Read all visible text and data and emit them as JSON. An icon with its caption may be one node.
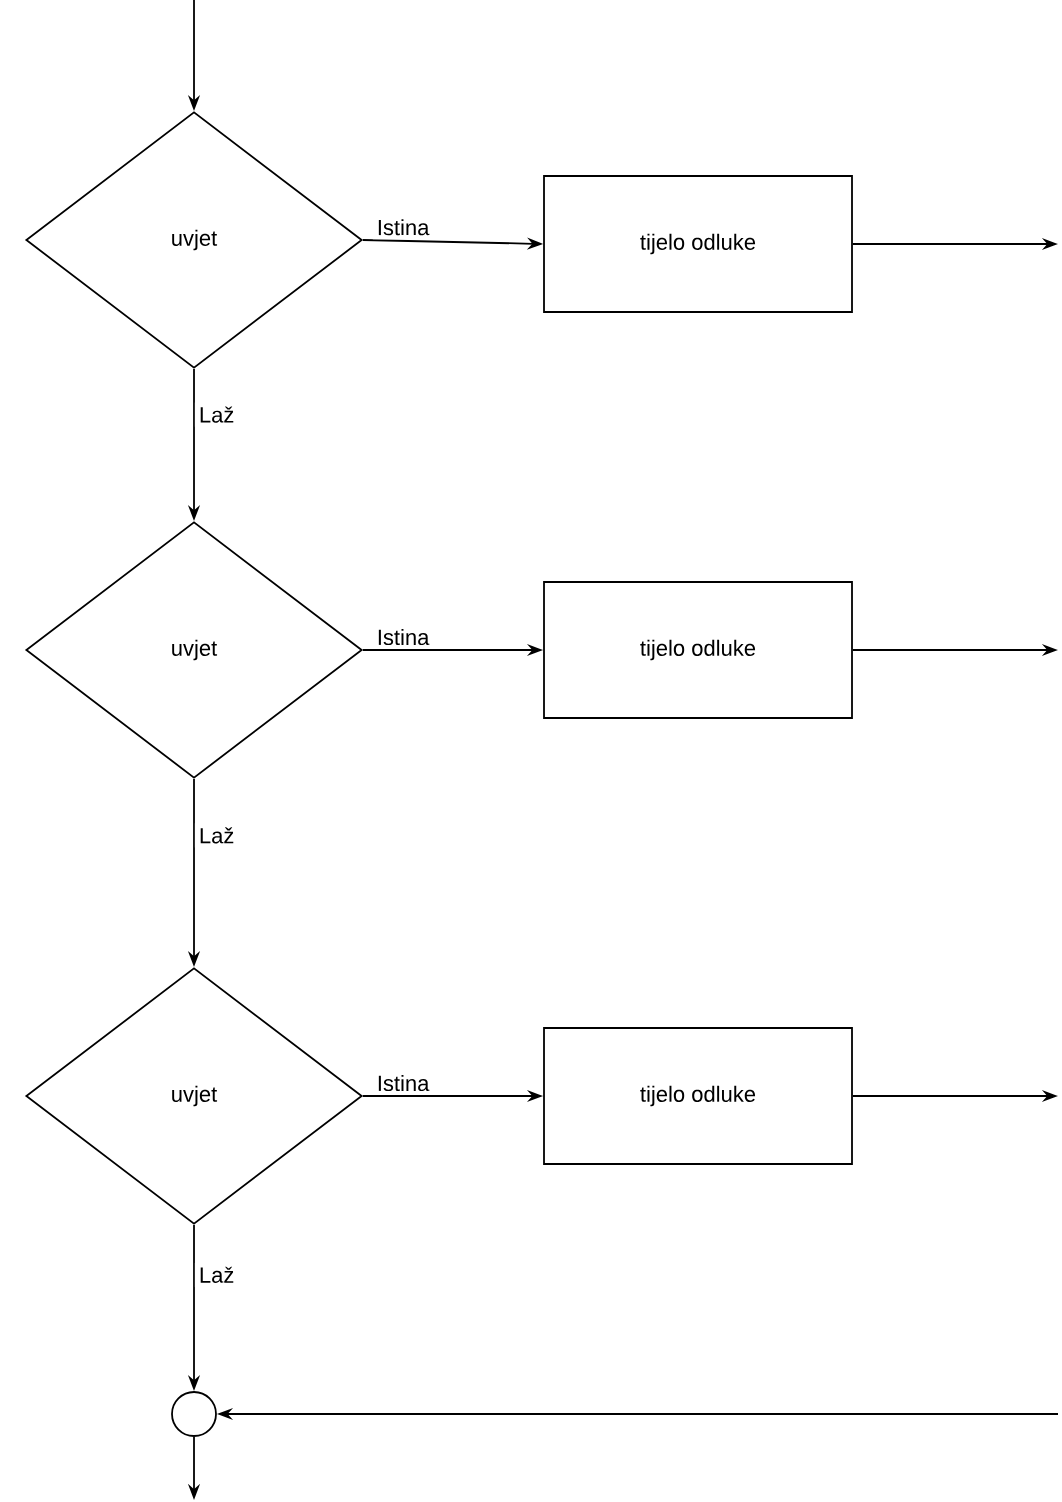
{
  "diagram": {
    "nodes": [
      {
        "text": [
          "uvjet"
        ]
      },
      {
        "text": [
          "tijelo odluke"
        ]
      },
      {
        "text": [
          "uvjet"
        ]
      },
      {
        "text": [
          "tijelo odluke"
        ]
      },
      {
        "text": [
          "uvjet"
        ]
      },
      {
        "text": [
          "tijelo odluke"
        ]
      },
      {
        "text": [],
        "shape": "circle"
      }
    ],
    "edges": [
      {
        "from": null,
        "to": 0,
        "arrow": "to"
      },
      {
        "from": 0,
        "to": 1,
        "arrow": "to",
        "label": "Istina"
      },
      {
        "from": 1,
        "to": null,
        "arrow": "to"
      },
      {
        "from": 0,
        "to": 2,
        "arrow": "to",
        "label": "Laž"
      },
      {
        "from": 2,
        "to": 3,
        "arrow": "to",
        "label": "Istina"
      },
      {
        "from": 3,
        "to": null,
        "arrow": "to"
      },
      {
        "from": 2,
        "to": 4,
        "arrow": "to",
        "label": "Laž"
      },
      {
        "from": 4,
        "to": 5,
        "arrow": "to",
        "label": "Istina"
      },
      {
        "from": 5,
        "to": null,
        "arrow": "to"
      },
      {
        "from": 4,
        "to": 6,
        "arrow": "to",
        "label": "Laž"
      },
      {
        "from": null,
        "to": 6,
        "arrow": "to"
      },
      {
        "from": 6,
        "to": null,
        "arrow": "to"
      }
    ]
  }
}
